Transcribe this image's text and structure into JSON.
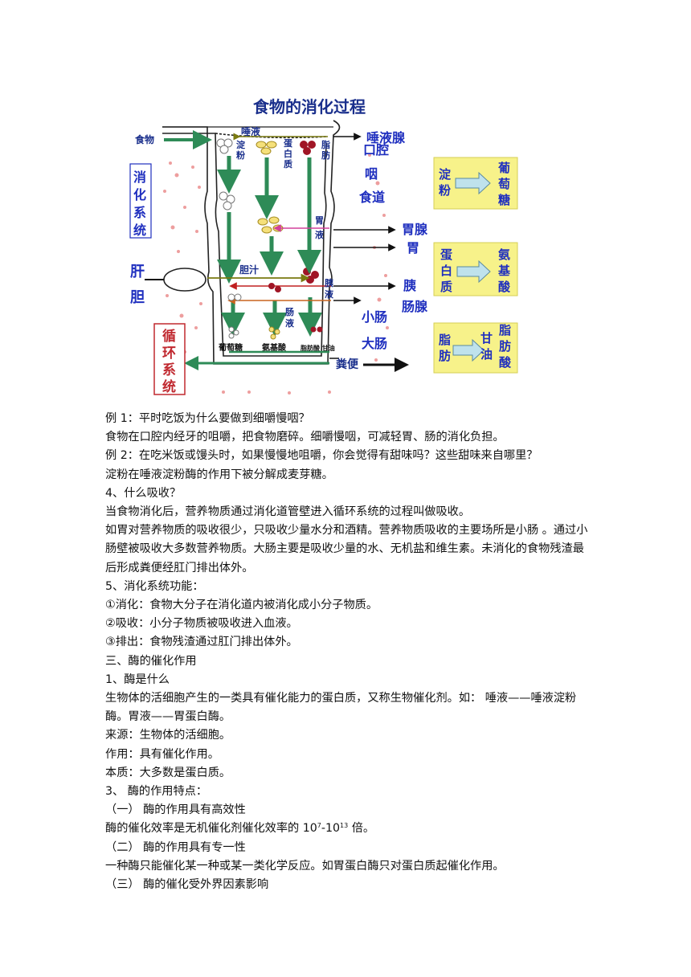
{
  "figure": {
    "title": "食物的消化过程",
    "left_labels": {
      "system": "消化系统",
      "liver": "肝",
      "gallbladder": "胆",
      "circulation": "循环系统"
    },
    "inner_labels": {
      "food": "食物",
      "saliva": "唾液",
      "starch": "淀粉",
      "protein": "蛋白质",
      "fat": "脂肪",
      "gastric_juice": "胃液",
      "bile": "胆汁",
      "pancreatic_juice": "胰液",
      "intestinal_juice": "肠液",
      "glucose": "葡萄糖",
      "amino_acid": "氨基酸",
      "fatty_acid_glycerol": "脂肪酸 甘油",
      "feces": "粪便"
    },
    "right_labels": {
      "salivary_gland": "唾液腺",
      "mouth": "口腔",
      "pharynx": "咽",
      "esophagus": "食道",
      "gastric_gland": "胃腺",
      "stomach": "胃",
      "pancreas": "胰",
      "intestinal_gland": "肠腺",
      "small_intestine": "小肠",
      "large_intestine": "大肠"
    },
    "boxes": [
      {
        "from": "淀粉",
        "to": "葡萄糖"
      },
      {
        "from": "蛋白质",
        "to": "氨基酸"
      },
      {
        "from": "脂肪",
        "to": "甘油",
        "to2": "脂肪酸"
      }
    ],
    "colors": {
      "title": "#1a2f8c",
      "label_blue": "#1f2fbf",
      "green_arrow": "#2e8b57",
      "box_fill": "#f7f28a",
      "red_box": "#c0282f"
    }
  },
  "doc": {
    "l1": "例 1：平时吃饭为什么要做到细嚼慢咽？",
    "l2": "食物在口腔内经牙的咀嚼，把食物磨碎。细嚼慢咽，可减轻胃、肠的消化负担。",
    "l3": "例 2：在吃米饭或馒头时，如果慢慢地咀嚼，你会觉得有甜味吗？这些甜味来自哪里？",
    "l4": "淀粉在唾液淀粉酶的作用下被分解成麦芽糖。",
    "l5": "4、什么吸收？",
    "l6": "当食物消化后，营养物质通过消化道管壁进入循环系统的过程叫做吸收。",
    "l7": "如胃对营养物质的吸收很少，只吸收少量水分和酒精。营养物质吸收的主要场所是小肠 。通过小肠壁被吸收大多数营养物质。大肠主要是吸收少量的水、无机盐和维生素。未消化的食物残渣最后形成粪便经肛门排出体外。",
    "l8": "5、消化系统功能：",
    "l9": "①消化：食物大分子在消化道内被消化成小分子物质。",
    "l10": "②吸收：小分子物质被吸收进入血液。",
    "l11": "③排出：食物残渣通过肛门排出体外。",
    "l12": "三、酶的催化作用",
    "l13": "1、酶是什么",
    "l14": "生物体的活细胞产生的一类具有催化能力的蛋白质，又称生物催化剂。如：  唾液——唾液淀粉酶。胃液——胃蛋白酶。",
    "l15": "来源：生物体的活细胞。",
    "l16": "作用：具有催化作用。",
    "l17": "本质：大多数是蛋白质。",
    "l18": "3、 酶的作用特点：",
    "l19": "（一） 酶的作用具有高效性",
    "l20_pre": "酶的催化效率是无机催化剂催化效率的 10",
    "l20_sup1": "7",
    "l20_mid": "-10",
    "l20_sup2": "13",
    "l20_post": " 倍。",
    "l21": "（二） 酶的作用具有专一性",
    "l22": "一种酶只能催化某一种或某一类化学反应。如胃蛋白酶只对蛋白质起催化作用。",
    "l23": "（三） 酶的催化受外界因素影响"
  }
}
